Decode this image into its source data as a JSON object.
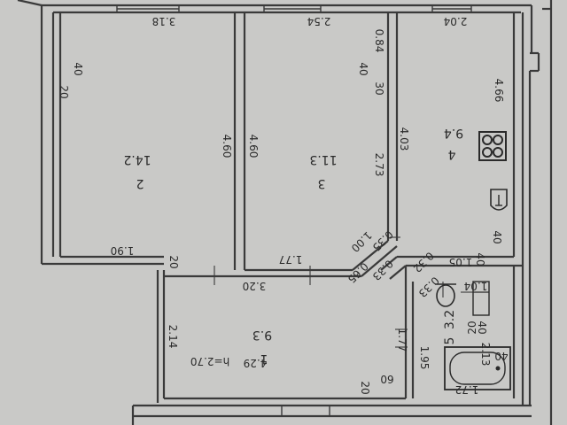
{
  "plan": {
    "colors": {
      "background": "#c9c9c7",
      "wall": "#3a3a3a",
      "line": "#2a2a2a"
    },
    "rooms": [
      {
        "id": "2",
        "area": "14.2"
      },
      {
        "id": "3",
        "area": "11.3"
      },
      {
        "id": "4",
        "area": "9.4"
      },
      {
        "id": "1",
        "area": "9.3",
        "height": "h=2.70"
      },
      {
        "id": "5",
        "area": "3.2"
      }
    ],
    "dimensions": [
      "3.18",
      "40",
      "20",
      "4.60",
      "1.90",
      "20",
      "2.54",
      "0.84",
      "40",
      "30",
      "4.60",
      "2.73",
      "1.77",
      "1.00",
      "0.65",
      "2.04",
      "4.66",
      "4.03",
      "40",
      "1.05",
      "40",
      "0.35",
      "0.32",
      "0.33",
      "0.33",
      "1.04",
      "3.20",
      "2.14",
      "4.29",
      "60",
      "20",
      "1.77",
      "1.95",
      "2.13",
      "40",
      "1.72",
      "20",
      "40"
    ],
    "icons": [
      "stove-icon",
      "sink-icon",
      "bath-icon",
      "toilet-icon",
      "shelf-icon"
    ]
  }
}
